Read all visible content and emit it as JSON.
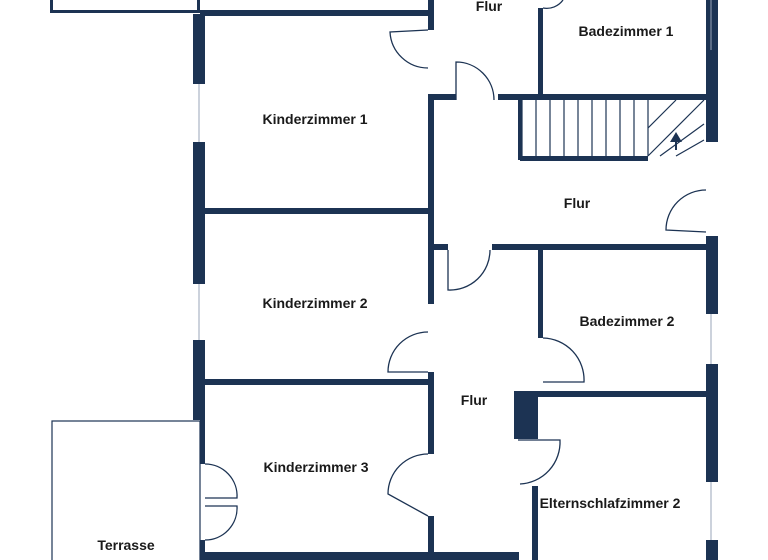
{
  "floorplan": {
    "wall_color": "#1c3353",
    "rooms": [
      {
        "id": "flur-top",
        "label": "Flur"
      },
      {
        "id": "bad1",
        "label": "Badezimmer 1"
      },
      {
        "id": "kinder1",
        "label": "Kinderzimmer 1"
      },
      {
        "id": "flur-mid",
        "label": "Flur"
      },
      {
        "id": "kinder2",
        "label": "Kinderzimmer 2"
      },
      {
        "id": "bad2",
        "label": "Badezimmer 2"
      },
      {
        "id": "flur-low",
        "label": "Flur"
      },
      {
        "id": "kinder3",
        "label": "Kinderzimmer 3"
      },
      {
        "id": "eltern2",
        "label": "Elternschlafzimmer 2"
      },
      {
        "id": "terrasse",
        "label": "Terrasse"
      }
    ],
    "staircase": {
      "arrow_icon": "arrow-up-icon"
    }
  }
}
